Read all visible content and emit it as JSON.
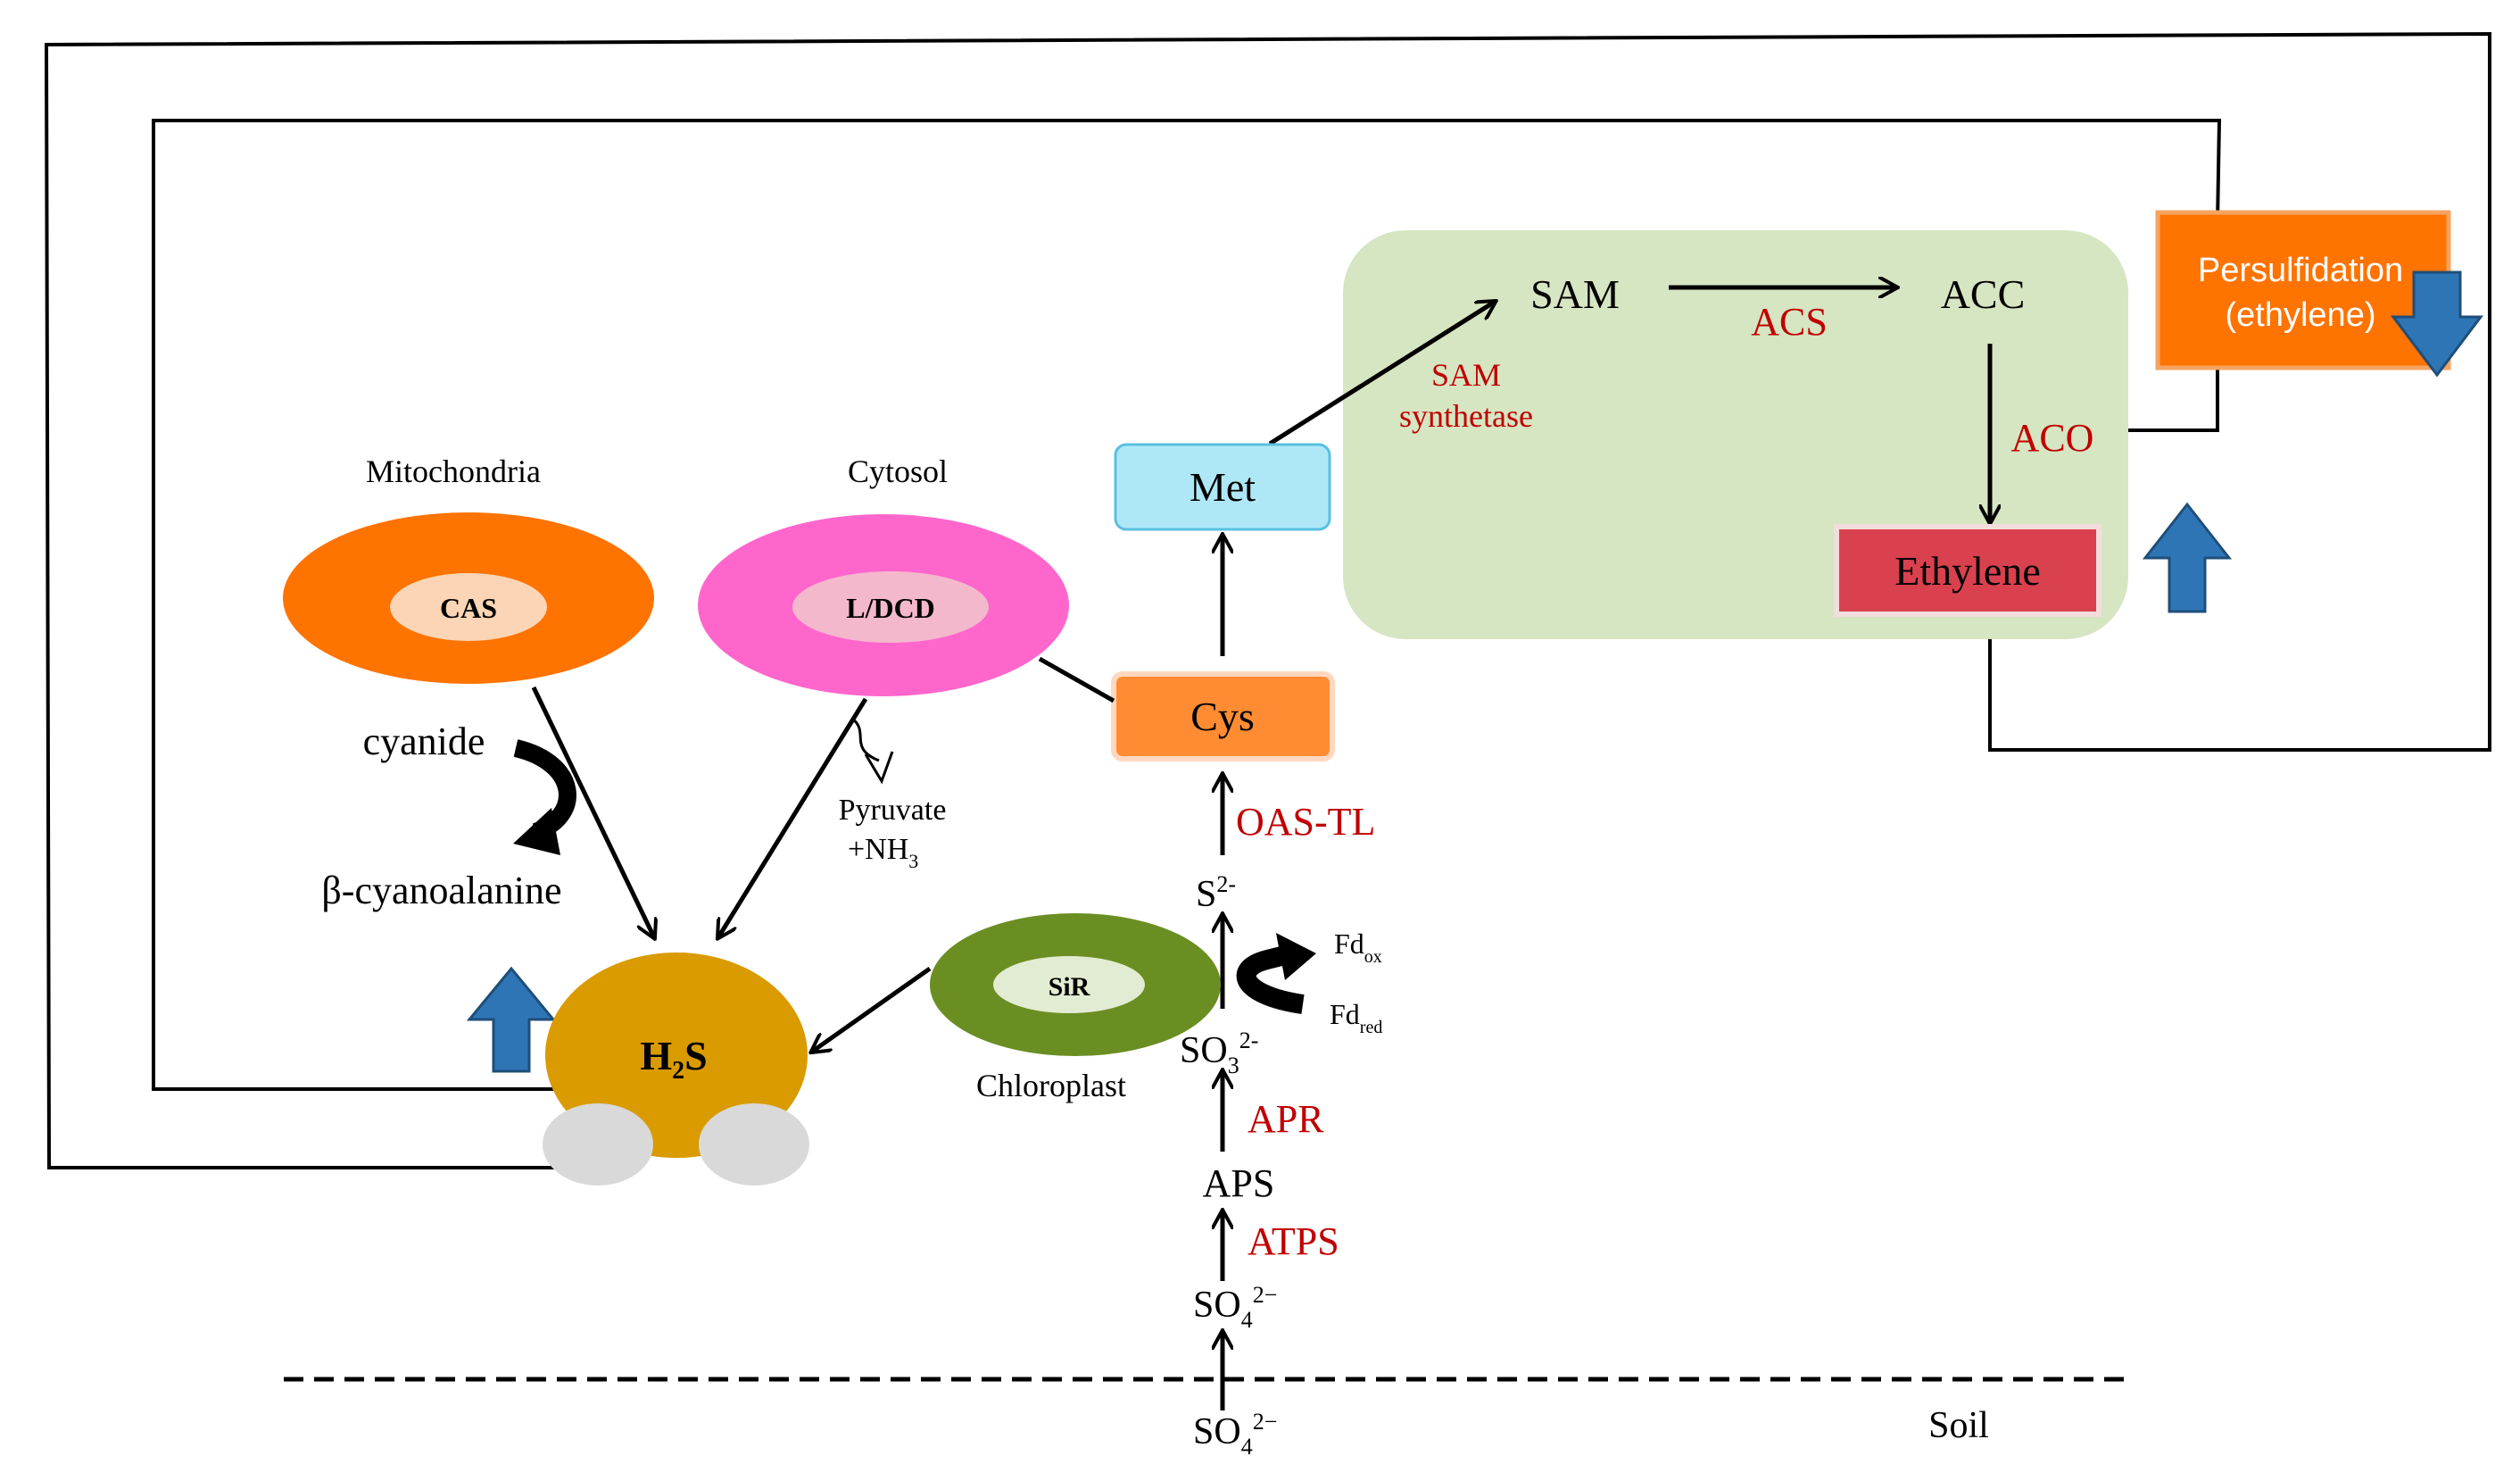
{
  "compartments": {
    "mitochondria": "Mitochondria",
    "cytosol": "Cytosol",
    "chloroplast": "Chloroplast"
  },
  "enzymes": {
    "cas": "CAS",
    "ldcd": "L/DCD",
    "sir": "SiR"
  },
  "metabolites": {
    "h2s_main": "H",
    "h2s_sub": "2",
    "h2s_end": "S",
    "cyanide": "cyanide",
    "beta_cyanoalanine": "β-cyanoalanine",
    "pyruvate": "Pyruvate",
    "nh3_main": "+NH",
    "nh3_sub": "3",
    "cys": "Cys",
    "met": "Met",
    "sam": "SAM",
    "acc": "ACC",
    "ethylene": "Ethylene",
    "s2_main": "S",
    "s2_sup": "2-",
    "so3_main": "SO",
    "so3_sub": "3",
    "so3_sup": "2-",
    "aps": "APS",
    "so4_main": "SO",
    "so4_sub": "4",
    "so4_sup": "2−",
    "so4_soil_main": "SO",
    "so4_soil_sub": "4",
    "so4_soil_sup": "2−",
    "fd_ox_main": "Fd",
    "fd_ox_sub": "ox",
    "fd_red_main": "Fd",
    "fd_red_sub": "red"
  },
  "enzyme_labels": {
    "oas_tl": "OAS-TL",
    "apr": "APR",
    "atps": "ATPS",
    "acs": "ACS",
    "aco": "ACO",
    "sam_synthetase_1": "SAM",
    "sam_synthetase_2": "synthetase"
  },
  "persulfidation": {
    "line1": "Persulfidation",
    "line2": "(ethylene)"
  },
  "soil": "Soil",
  "colors": {
    "cas_oval": "#ff7300",
    "ldcd_oval": "#ff66cc",
    "sir_oval": "#6b8e23",
    "h2s": "#d99b00",
    "cys_box": "#ff8c33",
    "met_box": "#aee8f7",
    "ethylene_panel": "#d6e5c2",
    "ethylene_box": "#d9414f",
    "persulfidation_box": "#ff7300",
    "enzyme_text": "#c00000",
    "blue_arrow": "#2e75b6"
  }
}
